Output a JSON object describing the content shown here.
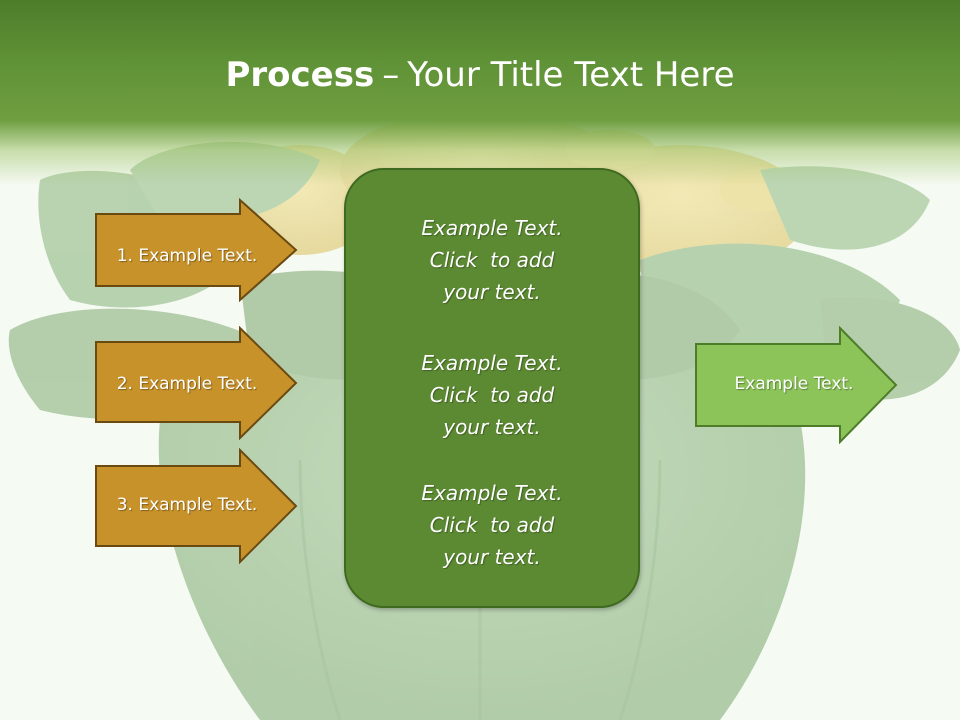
{
  "title": {
    "bold": "Process",
    "separator": "–",
    "rest": "Your Title Text Here"
  },
  "left_arrows": [
    {
      "label": "1. Example Text."
    },
    {
      "label": "2. Example Text."
    },
    {
      "label": "3. Example Text."
    }
  ],
  "center_box": {
    "blocks": [
      {
        "lines": [
          "Example Text.",
          "Click  to add",
          "your text."
        ]
      },
      {
        "lines": [
          "Example Text.",
          "Click  to add",
          "your text."
        ]
      },
      {
        "lines": [
          "Example Text.",
          "Click  to add",
          "your text."
        ]
      }
    ]
  },
  "right_arrow": {
    "label": "Example Text."
  },
  "colors": {
    "header_green": "#5f9136",
    "left_arrow_fill": "#c8922a",
    "left_arrow_border": "#6b4a12",
    "center_fill": "#5c8a32",
    "right_arrow_fill": "#8cc45a",
    "right_arrow_border": "#4e7d2a"
  },
  "background": {
    "icon": "money-plant-pot-image"
  }
}
